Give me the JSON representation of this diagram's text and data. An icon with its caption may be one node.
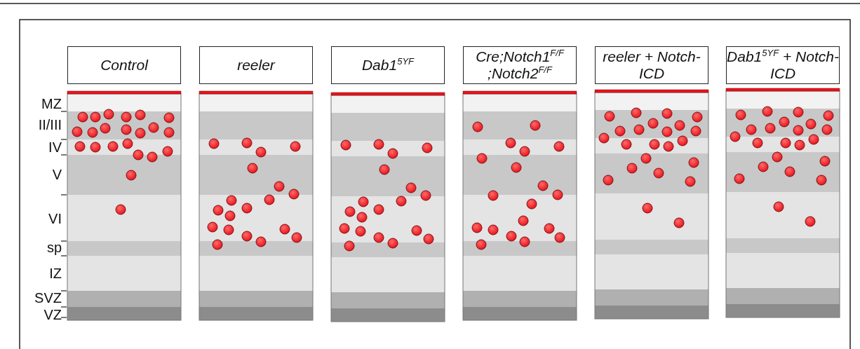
{
  "diagram": {
    "nodes": [
      {
        "text": [
          "Control"
        ]
      },
      {
        "text": [
          "reeler"
        ]
      },
      {
        "text": [
          "Dab1$^{5YF}$"
        ]
      },
      {
        "text": [
          "Cre;Notch1$^{F/F}$ ;Notch2$^{F/F}$"
        ]
      },
      {
        "text": [
          "reeler + Notch-ICD"
        ]
      },
      {
        "text": [
          "Dab1$^{5YF}$ + Notch-ICD"
        ]
      }
    ],
    "labels": [
      "MZ",
      "II/III",
      "IV",
      "V",
      "VI",
      "sp",
      "IZ",
      "SVZ",
      "VZ"
    ]
  }
}
